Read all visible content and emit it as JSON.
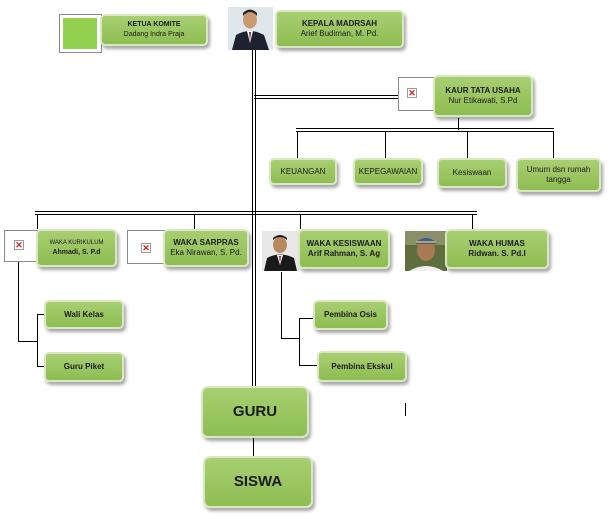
{
  "ketua_komite": {
    "title": "KETUA KOMITE",
    "name": "Dadang Indra Praja"
  },
  "kepala": {
    "title": "KEPALA MADRSAH",
    "name": "Arief Budiman, M. Pd."
  },
  "kaur": {
    "title": "KAUR TATA USAHA",
    "name": "Nur Etikawati, S.Pd"
  },
  "tu_units": [
    "KEUANGAN",
    "KEPEGAWAIAN",
    "Kesiswaan",
    "Umum dsn rumah tangga"
  ],
  "waka_kurikulum": {
    "title": "WAKA KURIKULUM",
    "name": "Ahmadi, S. P.d"
  },
  "waka_sarpras": {
    "title": "WAKA SARPRAS",
    "name": "Eka Nirawan, S. Pd."
  },
  "waka_kesiswaan": {
    "title": "WAKA KESISWAAN",
    "name": "Arif Rahman, S. Ag"
  },
  "waka_humas": {
    "title": "WAKA HUMAS",
    "name": "Ridwan. S. Pd.I"
  },
  "kurikulum_units": [
    "Wali Kelas",
    "Guru Piket"
  ],
  "kesiswaan_units": [
    "Pembina Osis",
    "Pembina Ekskul"
  ],
  "guru": "GURU",
  "siswa": "SISWA",
  "broken_image_glyph": "✕",
  "colors": {
    "box": "#98c55e",
    "box_border": "#d9e8c3",
    "line": "#000000"
  }
}
